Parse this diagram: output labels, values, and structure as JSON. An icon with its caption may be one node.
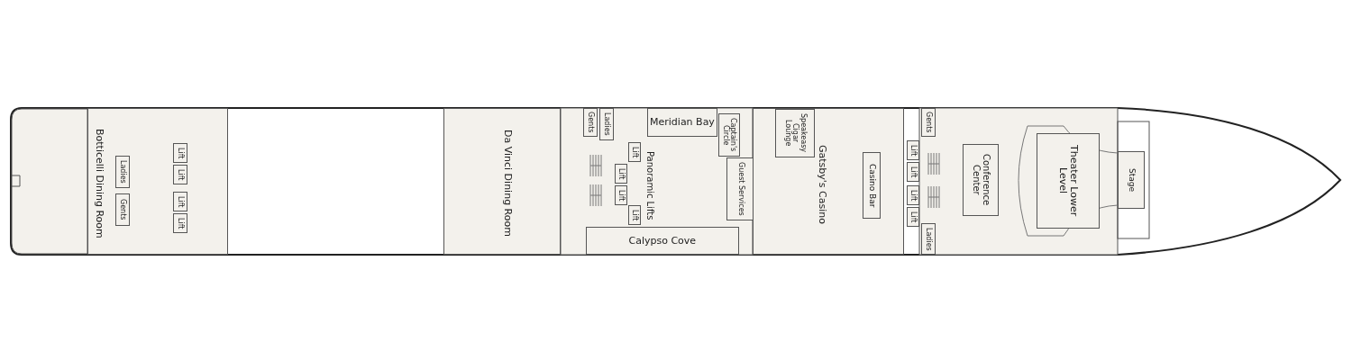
{
  "diagram": {
    "nodes": [
      {
        "text": [
          "Botticelli Dining Room"
        ]
      },
      {
        "text": [
          "Ladies"
        ],
        "in": 0
      },
      {
        "text": [
          "Gents"
        ],
        "in": 0
      },
      {
        "text": [
          "Lift"
        ],
        "in": 0
      },
      {
        "text": [
          "Lift"
        ],
        "in": 0
      },
      {
        "text": [
          "Lift"
        ],
        "in": 0
      },
      {
        "text": [
          "Lift"
        ],
        "in": 0
      },
      {
        "text": [
          "Da Vinci Dining Room"
        ]
      },
      {
        "text": [
          "Gents"
        ]
      },
      {
        "text": [
          "Ladies"
        ]
      },
      {
        "text": [
          "Meridian Bay"
        ]
      },
      {
        "text": [
          "Captain's Circle"
        ]
      },
      {
        "text": [
          "Lift"
        ]
      },
      {
        "text": [
          "Lift"
        ]
      },
      {
        "text": [
          "Lift"
        ]
      },
      {
        "text": [
          "Lift"
        ]
      },
      {
        "text": [
          "Guest Services"
        ]
      },
      {
        "text": [
          "Calypso Cove"
        ]
      },
      {
        "text": [
          "Gatsby's Casino"
        ]
      },
      {
        "text": [
          "Speakeasy Cigar Lounge"
        ],
        "in": 18
      },
      {
        "text": [
          "Casino Bar"
        ],
        "in": 18
      },
      {
        "text": [
          "Lift"
        ]
      },
      {
        "text": [
          "Lift"
        ]
      },
      {
        "text": [
          "Lift"
        ]
      },
      {
        "text": [
          "Lift"
        ]
      },
      {
        "text": [
          "Gents"
        ]
      },
      {
        "text": [
          "Ladies"
        ]
      },
      {
        "text": [
          "Conference Center"
        ]
      },
      {
        "text": [
          "Theater Lower Level"
        ]
      },
      {
        "text": [
          "Stage"
        ]
      }
    ],
    "labels": [
      "Panoramic Lifts"
    ]
  }
}
